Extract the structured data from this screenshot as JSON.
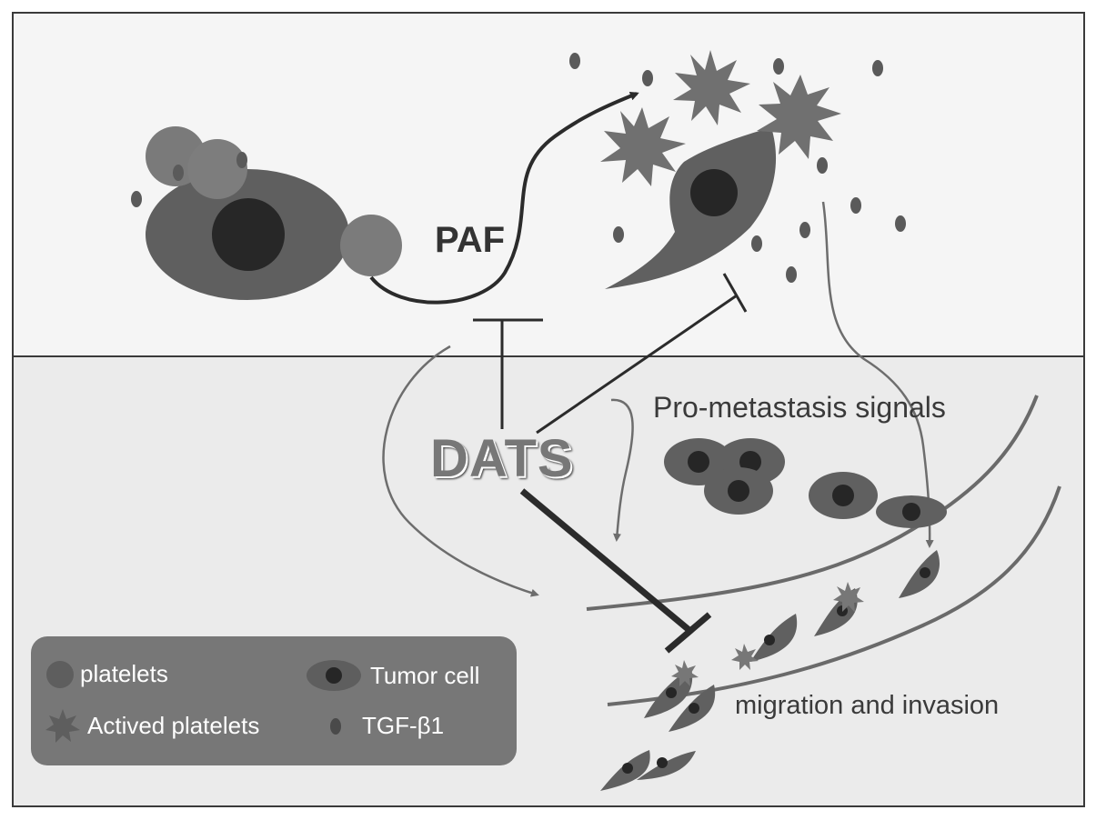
{
  "labels": {
    "paf": "PAF",
    "dats": "DATS",
    "pro_metastasis": "Pro-metastasis signals",
    "migration": "migration and invasion"
  },
  "legend": {
    "platelets": "platelets",
    "tumor_cell": "Tumor cell",
    "actived_platelets": "Actived platelets",
    "tgf": "TGF-β1"
  },
  "colors": {
    "top_panel": "#f5f5f5",
    "bottom_panel": "#ebebeb",
    "platelet": "#7a7a7a",
    "cell_body": "#606060",
    "nucleus": "#262626",
    "legend_box": "#777777",
    "line": "#2b2b2b"
  }
}
